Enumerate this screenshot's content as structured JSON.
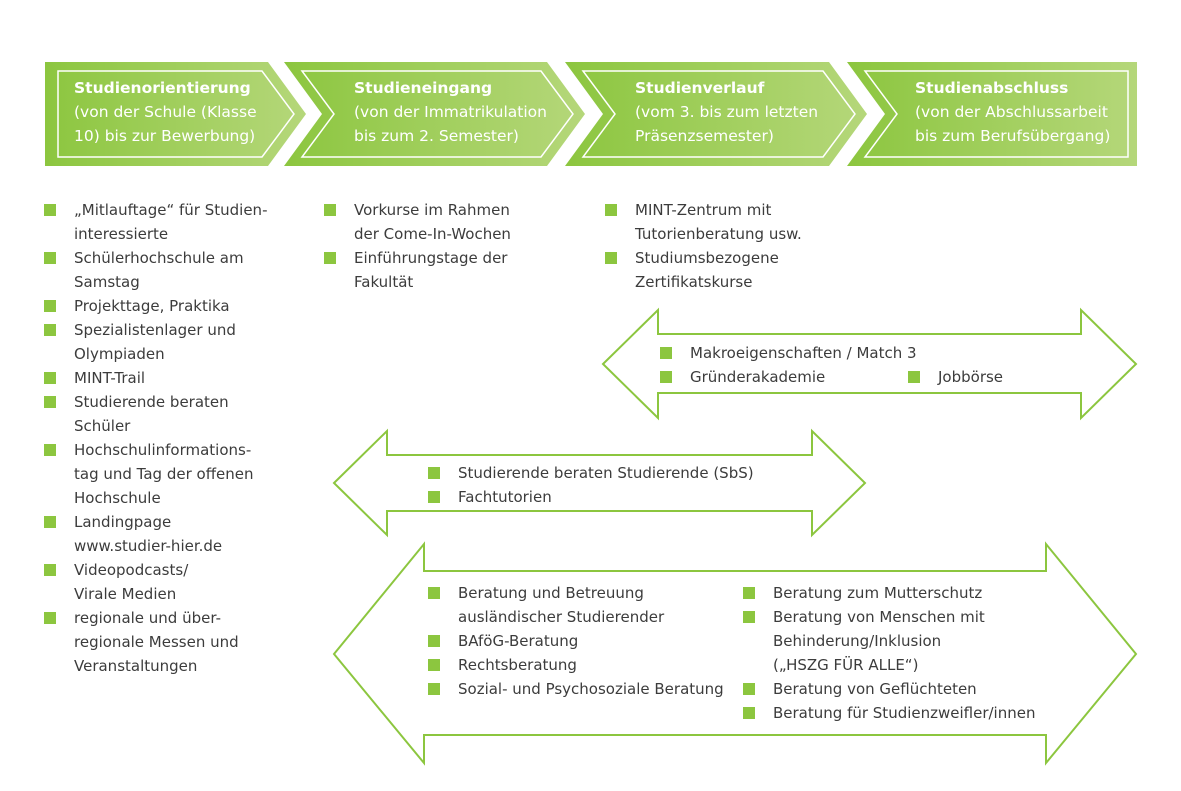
{
  "colors": {
    "green": "#8cc63f",
    "green_light": "#a9d15f",
    "text": "#3c3c3c",
    "white": "#ffffff"
  },
  "phases": [
    {
      "title": "Studienorientierung",
      "subtitle_lines": [
        "(von der Schule (Klasse",
        "10) bis zur Bewerbung)"
      ]
    },
    {
      "title": "Studieneingang",
      "subtitle_lines": [
        "(von der Immatrikulation",
        "bis zum 2. Semester)"
      ]
    },
    {
      "title": "Studienverlauf",
      "subtitle_lines": [
        "(vom 3. bis zum letzten",
        "Präsenzsemester)"
      ]
    },
    {
      "title": "Studienabschluss",
      "subtitle_lines": [
        "(von der Abschlussarbeit",
        "bis zum Berufsübergang)"
      ]
    }
  ],
  "lists": {
    "orientierung": [
      [
        "„Mitlauftage“ für Studien-",
        "interessierte"
      ],
      [
        "Schülerhochschule am",
        "Samstag"
      ],
      [
        "Projekttage, Praktika"
      ],
      [
        "Spezialistenlager und",
        "Olympiaden"
      ],
      [
        "MINT-Trail"
      ],
      [
        "Studierende beraten",
        "Schüler"
      ],
      [
        "Hochschulinformations-",
        "tag und Tag der offenen",
        "Hochschule"
      ],
      [
        "Landingpage",
        "www.studier-hier.de"
      ],
      [
        "Videopodcasts/",
        "Virale Medien"
      ],
      [
        "regionale und über-",
        "regionale Messen und",
        "Veranstaltungen"
      ]
    ],
    "eingang": [
      [
        "Vorkurse im Rahmen",
        "der Come-In-Wochen"
      ],
      [
        "Einführungstage der",
        "Fakultät"
      ]
    ],
    "verlauf": [
      [
        "MINT-Zentrum mit",
        "Tutorienberatung usw."
      ],
      [
        "Studiumsbezogene",
        "Zertifikatskurse"
      ]
    ]
  },
  "arrow_top": {
    "items": [
      [
        "Makroeigenschaften / Match 3"
      ],
      [
        "Gründerakademie"
      ]
    ],
    "items_right": [
      [
        "Jobbörse"
      ]
    ]
  },
  "arrow_middle": {
    "items": [
      [
        "Studierende beraten Studierende (SbS)"
      ],
      [
        "Fachtutorien"
      ]
    ]
  },
  "arrow_bottom": {
    "items_left": [
      [
        "Beratung und Betreuung",
        "ausländischer Studierender"
      ],
      [
        "BAföG-Beratung"
      ],
      [
        "Rechtsberatung"
      ],
      [
        "Sozial- und Psychosoziale Beratung"
      ]
    ],
    "items_right": [
      [
        "Beratung zum Mutterschutz"
      ],
      [
        "Beratung von Menschen mit",
        "Behinderung/Inklusion",
        "(„HSZG FÜR ALLE“)"
      ],
      [
        "Beratung von Geflüchteten"
      ],
      [
        "Beratung für Studienzweifler/innen"
      ]
    ]
  }
}
